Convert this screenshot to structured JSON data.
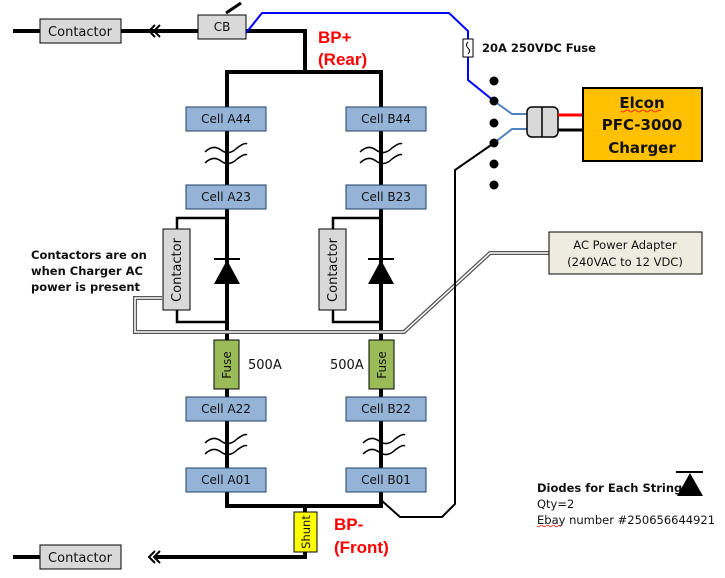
{
  "colors": {
    "cell_fill": "#95b3d7",
    "cell_border": "#1f3f66",
    "contactor_fill": "#d9d9d9",
    "fuse_fill": "#9bbb59",
    "shunt_fill": "#ffff00",
    "charger_fill": "#ffc000",
    "adapter_fill": "#eeece1",
    "bp_label": "#ff0000",
    "pilot_wire": "#0000ff",
    "connector_wire": "#4f81bd",
    "positive_lead": "#ff0000",
    "negative_lead": "#000000",
    "bus": "#000000"
  },
  "top": {
    "contactor_label": "Contactor",
    "cb_label": "CB"
  },
  "bottom": {
    "contactor_label": "Contactor",
    "shunt_label": "Shunt"
  },
  "bp_plus": {
    "line1": "BP+",
    "line2": "(Rear)"
  },
  "bp_minus": {
    "line1": "BP-",
    "line2": "(Front)"
  },
  "string_a": {
    "cells": [
      "Cell A44",
      "Cell A23",
      "Cell A22",
      "Cell A01"
    ],
    "contactor_label": "Contactor",
    "fuse_label": "Fuse",
    "fuse_rating": "500A"
  },
  "string_b": {
    "cells": [
      "Cell B44",
      "Cell B23",
      "Cell B22",
      "Cell B01"
    ],
    "contactor_label": "Contactor",
    "fuse_label": "Fuse",
    "fuse_rating": "500A"
  },
  "fuse_20a": {
    "label": "20A 250VDC Fuse"
  },
  "charger": {
    "lines": [
      "Elcon",
      "PFC-3000",
      "Charger"
    ]
  },
  "adapter": {
    "lines": [
      "AC Power Adapter",
      "(240VAC to 12 VDC)"
    ]
  },
  "contactor_note": {
    "lines": [
      "Contactors are on",
      "when Charger AC",
      "power is present"
    ]
  },
  "diode_note": {
    "title": "Diodes for Each String:",
    "qty": "Qty=2",
    "ebay": "Ebay number #250656644921"
  }
}
